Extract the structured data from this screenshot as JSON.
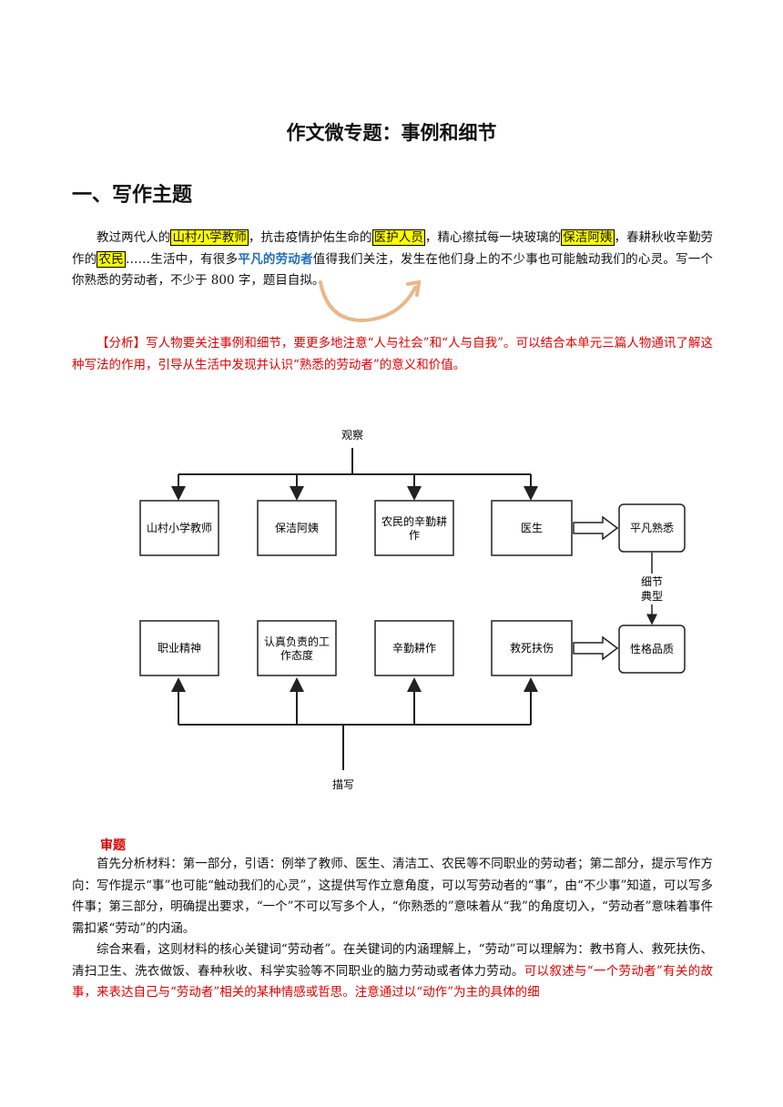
{
  "title": "作文微专题：事例和细节",
  "section_heading": "一、写作主题",
  "prompt": {
    "t1": "教过两代人的",
    "h1": "山村小学教师",
    "t2": "，抗击疫情护佑生命的",
    "h2": "医护人员",
    "t3": "，精心擦拭每一块玻璃的",
    "h3": "保洁阿姨",
    "t4": "，春耕秋收辛勤劳作的",
    "h4": "农民",
    "t5": "……生活中，有很多",
    "bold_blue": "平凡的劳动者",
    "t6": "值得我们关注，发生在他们身上的不少事也可能触动我们的心灵。写一个你熟悉的劳动者，不少于 800 字，题目自拟。"
  },
  "analysis": {
    "label": "【分析】",
    "text": "写人物要关注事例和细节，要更多地注意“人与社会”和“人与自我”。可以结合本单元三篇人物通讯了解这种写法的作用，引导从生活中发现并认识“熟悉的劳动者”的意义和价值。"
  },
  "diagram": {
    "top_label": "观察",
    "top_row": [
      "山村小学教师",
      "保洁阿姨",
      "农民的辛勤耕",
      "作",
      "医生"
    ],
    "right_top": "平凡熟悉",
    "side_label_1": "细节",
    "side_label_2": "典型",
    "bottom_row": [
      "职业精神",
      "认真负责的工",
      "作态度",
      "辛勤耕作",
      "救死扶伤"
    ],
    "right_bottom": "性格品质",
    "bottom_label": "描写"
  },
  "review": {
    "heading": "审题",
    "p1": "首先分析材料：第一部分，引语：例举了教师、医生、清洁工、农民等不同职业的劳动者；第二部分，提示写作方向：写作提示“事”也可能“触动我们的心灵”，这提供写作立意角度，可以写劳动者的“事”，由“不少事”知道，可以写多件事；第三部分，明确提出要求，“一个”不可以写多个人，“你熟悉的”意味着从“我”的角度切入，“劳动者”意味着事件需扣紧“劳动”的内涵。",
    "p2_black": "综合来看，这则材料的核心关键词“劳动者”。在关键词的内涵理解上，“劳动”可以理解为：教书育人、救死扶伤、清扫卫生、洗衣做饭、春种秋收、科学实验等不同职业的脑力劳动或者体力劳动。",
    "p2_red": "可以叙述与“一个劳动者”有关的故事，来表达自己与“劳动者”相关的某种情感或哲思。注意通过以“动作”为主的具体的细"
  }
}
